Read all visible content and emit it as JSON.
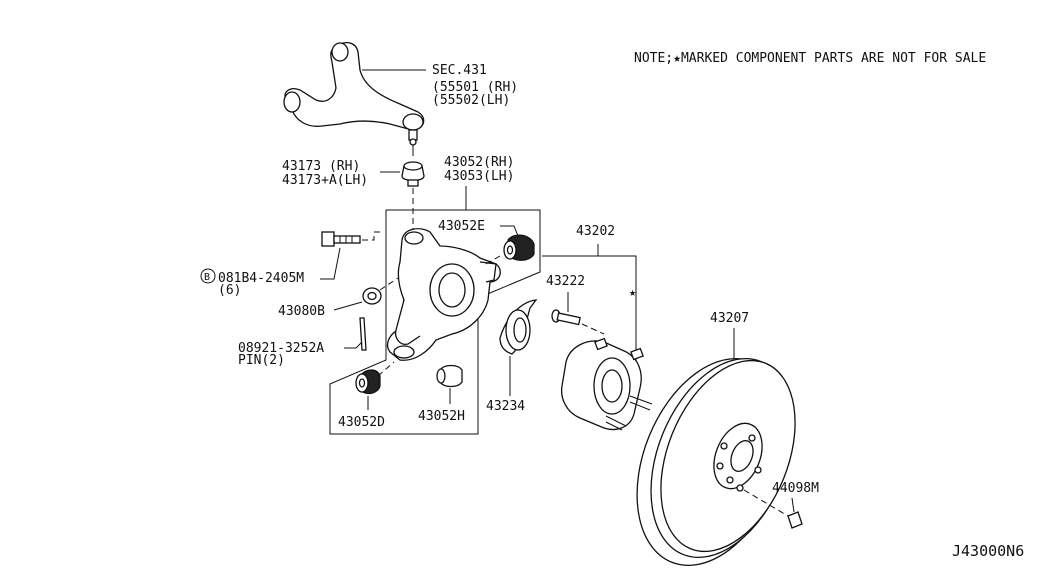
{
  "note": "NOTE;★MARKED COMPONENT PARTS ARE NOT FOR SALE",
  "star": "★",
  "diagram_code": "J43000N6",
  "labels": {
    "sec431": "SEC.431",
    "p55501": "(55501 (RH)",
    "p55502": "(55502(LH)",
    "p43173_rh": "43173   (RH)",
    "p43173_lh": "43173+A(LH)",
    "p43052_rh": "43052(RH)",
    "p43053_lh": "43053(LH)",
    "p43052e": "43052E",
    "bolt_code": "081B4-2405M",
    "bolt_marker": "B",
    "bolt_qty": "(6)",
    "p43080b": "43080B",
    "pin_code": "08921-3252A",
    "pin_qty": "PIN(2)",
    "p43052d": "43052D",
    "p43052h": "43052H",
    "p43234": "43234",
    "p43202": "43202",
    "p43222": "43222",
    "p43207": "43207",
    "p44098m": "44098M"
  }
}
